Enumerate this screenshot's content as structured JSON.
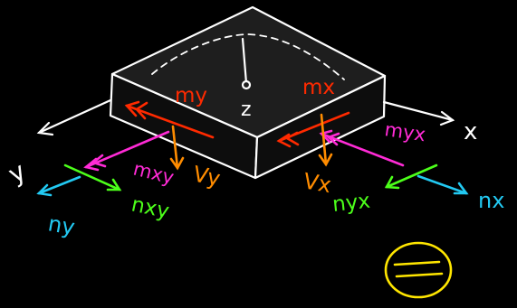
{
  "axes": {
    "x_label": "x",
    "y_label": "y"
  },
  "center": {
    "label": "z"
  },
  "labels": {
    "my": "my",
    "mx": "mx",
    "mxy": "mxy",
    "myx": "myx",
    "vy": "Vy",
    "vx": "Vx",
    "nxy": "nxy",
    "nyx": "nyx",
    "ny": "ny",
    "nx": "nx"
  },
  "colors": {
    "background": "#000000",
    "outline": "#ffffff",
    "moment": "#ff2a00",
    "twist": "#ff2bd6",
    "shear": "#ff8c00",
    "inplane_shear": "#4cff1a",
    "normal": "#22c9f2",
    "equals_symbol": "#ffe600"
  },
  "equals_icon": "equals-circle-icon"
}
